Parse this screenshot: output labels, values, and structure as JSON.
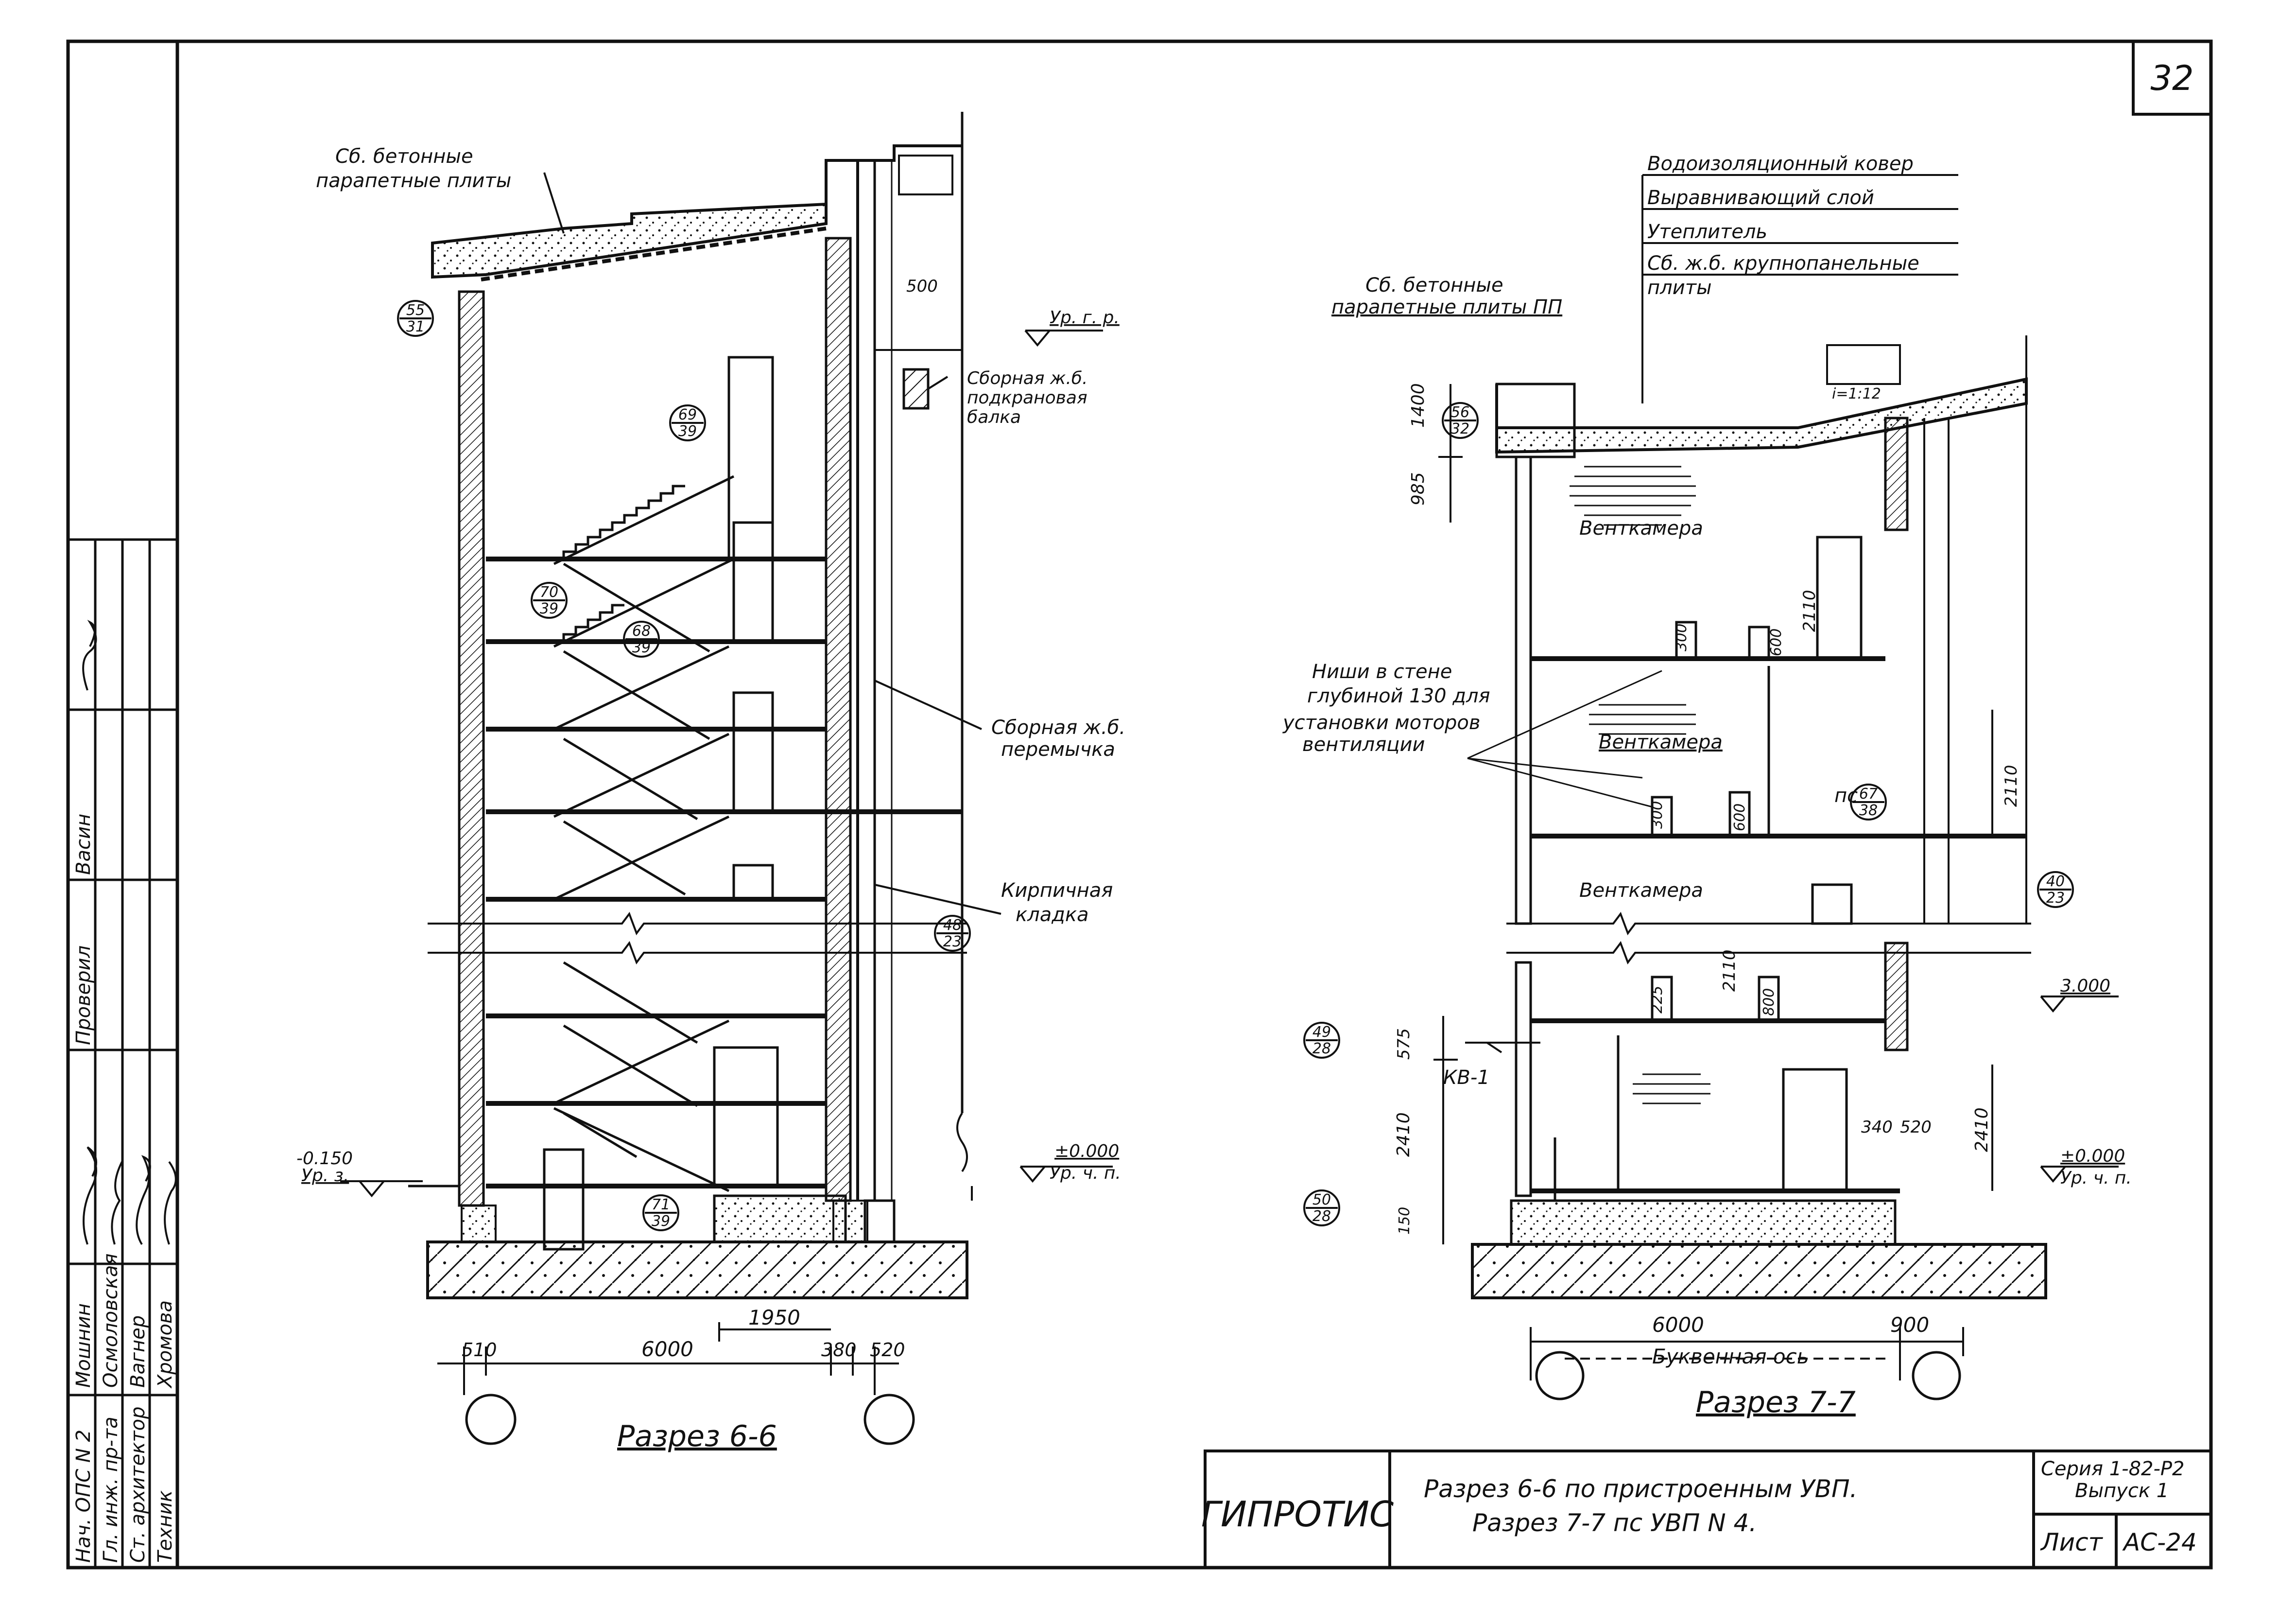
{
  "sheet": {
    "page_number": "32",
    "organization": "ГИПРОТИС",
    "title_line_1": "Разрез  6-6 по пристроенным  УВП.",
    "title_line_2": "Разрез  7-7  пс  УВП  N 4.",
    "series_label": "Серия  1-82-Р2",
    "issue_label": "Выпуск 1",
    "list_label": "Лист",
    "list_value": "АС-24"
  },
  "stamp": {
    "rows": [
      {
        "role": "Нач. ОПС N 2",
        "name": "Мошнин"
      },
      {
        "role": "Гл. инж. пр-та",
        "name": "Осмоловская"
      },
      {
        "role": "Ст. архитектор",
        "name": "Вагнер"
      },
      {
        "role": "Техник",
        "name": "Хромова"
      }
    ],
    "checked_label": "Проверил",
    "checked_name": "Васин"
  },
  "section_66": {
    "title": "Разрез  6-6",
    "labels": {
      "parapet": "Сб. бетонные",
      "parapet_2": "парапетные плиты",
      "crane_beam_1": "Сборная ж.б.",
      "crane_beam_2": "подкрановая",
      "crane_beam_3": "балка",
      "lintel_1": "Сборная ж.б.",
      "lintel_2": "перемычка",
      "brick_1": "Кирпичная",
      "brick_2": "кладка",
      "level_rail": "Ур. г. р.",
      "level_zero": "±0.000",
      "level_floor": "Ур. ч. п.",
      "level_ground_val": "-0.150",
      "level_ground": "Ур. з.",
      "dim_500": "500"
    },
    "refs": [
      {
        "top": "55",
        "bottom": "31"
      },
      {
        "top": "69",
        "bottom": "39"
      },
      {
        "top": "70",
        "bottom": "39"
      },
      {
        "top": "68",
        "bottom": "39"
      },
      {
        "top": "48",
        "bottom": "23"
      },
      {
        "top": "71",
        "bottom": "39"
      }
    ],
    "dims": {
      "d510": "510",
      "d6000": "6000",
      "d1950": "1950",
      "d380": "380",
      "d520": "520"
    }
  },
  "section_77": {
    "title": "Разрез  7-7",
    "roof_layers": [
      "Водоизоляционный  ковер",
      "Выравнивающий  слой",
      "Утеплитель",
      "Сб. ж.б. крупнопанельные",
      "плиты"
    ],
    "labels": {
      "parapet_1": "Сб. бетонные",
      "parapet_2": "парапетные плиты ПП",
      "slope": "i=1:12",
      "vent1": "Венткамера",
      "vent2": "Венткамера",
      "vent3": "Венткамера",
      "niche_1": "Ниши в стене",
      "niche_2": "глубиной 130 для",
      "niche_3": "установки моторов",
      "niche_4": "вентиляции",
      "ps": "пс",
      "kv": "КВ-1",
      "level_3000": "3.000",
      "level_zero": "±0.000",
      "level_floor": "Ур. ч. п.",
      "axis_label": "Буквенная  ось"
    },
    "refs": [
      {
        "top": "56",
        "bottom": "32"
      },
      {
        "top": "67",
        "bottom": "38"
      },
      {
        "top": "40",
        "bottom": "23"
      },
      {
        "top": "49",
        "bottom": "28"
      },
      {
        "top": "50",
        "bottom": "28"
      }
    ],
    "dims": {
      "d1400": "1400",
      "d985": "985",
      "d2110a": "2110",
      "d300": "300",
      "d600": "600",
      "d2110b": "2110",
      "d300b": "300",
      "d600b": "600",
      "d2110c": "2110",
      "d225": "225",
      "d800": "800",
      "d575": "575",
      "d2410a": "2410",
      "d340": "340",
      "d520": "520",
      "d2410b": "2410",
      "d150": "150",
      "d6000": "6000",
      "d900": "900"
    }
  }
}
